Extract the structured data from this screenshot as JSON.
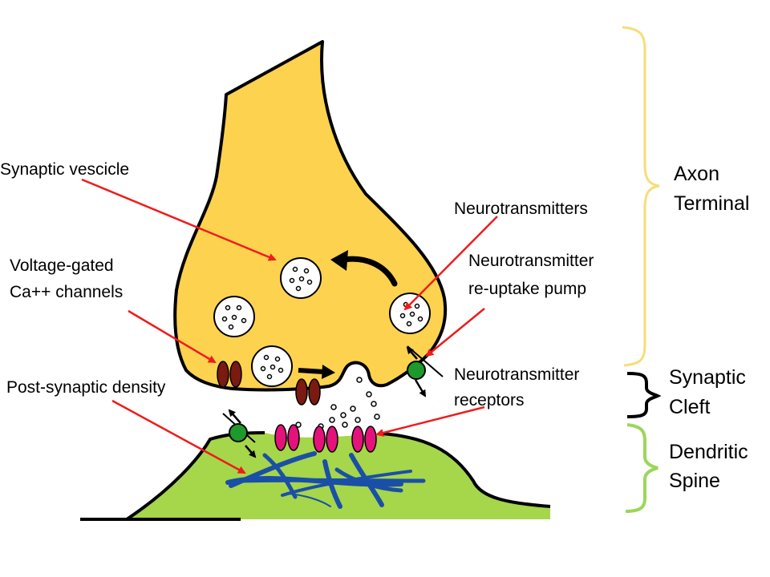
{
  "labels": {
    "synaptic_vesicle": "Synaptic vescicle",
    "voltage_gated_line1": "Voltage-gated",
    "voltage_gated_line2": "Ca++ channels",
    "post_synaptic_density": "Post-synaptic density",
    "neurotransmitters": "Neurotransmitters",
    "reuptake_line1": "Neurotransmitter",
    "reuptake_line2": "re-uptake pump",
    "receptors_line1": "Neurotransmitter",
    "receptors_line2": "receptors"
  },
  "regions": {
    "axon_line1": "Axon",
    "axon_line2": "Terminal",
    "cleft_line1": "Synaptic",
    "cleft_line2": "Cleft",
    "spine_line1": "Dendritic",
    "spine_line2": "Spine"
  },
  "colors": {
    "axon_fill": "#fdd24f",
    "spine_fill": "#a6d64a",
    "ca_channel": "#7a1a10",
    "receptor": "#e4127b",
    "pump": "#1e9a2c",
    "pointer_arrow": "#ee1c1c",
    "cytoskeleton": "#1a4fa8",
    "brace_axon": "#f5de76",
    "brace_spine": "#9bd65a"
  }
}
